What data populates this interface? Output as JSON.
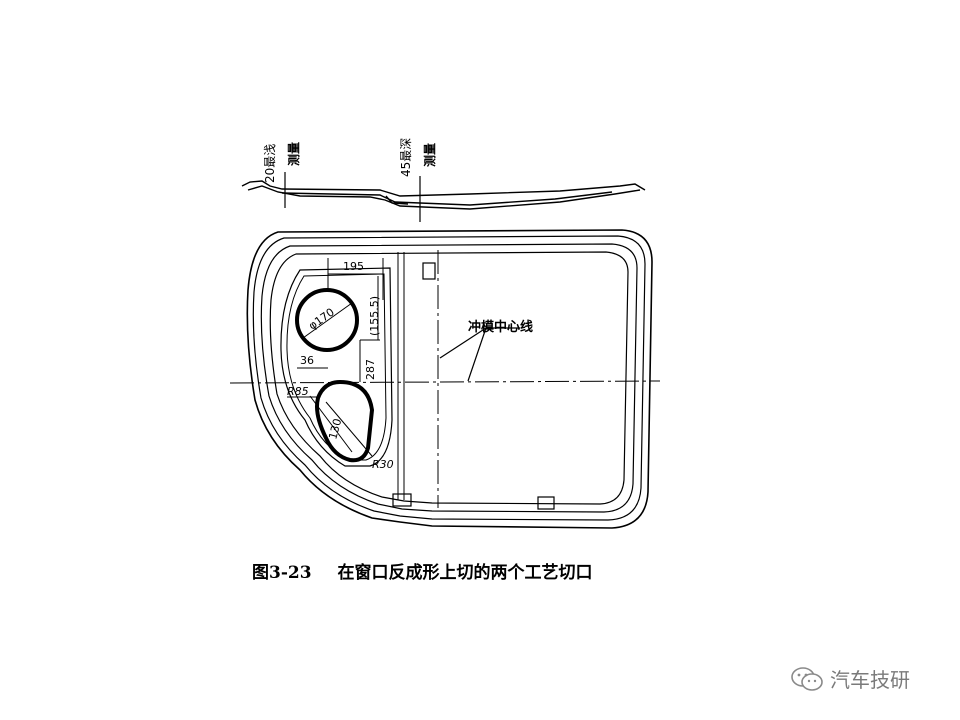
{
  "figure": {
    "caption_number": "图3-23",
    "caption_text": "在窗口反成形上切的两个工艺切口",
    "section_labels": {
      "shallowest_value": "20",
      "shallowest_text": "最浅",
      "shallowest_sub": "测量",
      "deepest_value": "45",
      "deepest_text": "最深",
      "deepest_sub": "测量"
    },
    "dimensions": {
      "width_195": "195",
      "height_155": "(155.5)",
      "diameter_170": "φ170",
      "offset_36": "36",
      "height_287": "287",
      "radius_85": "R85",
      "radius_30_inner": "130",
      "radius_30": "R30"
    },
    "punch_centerline_label": "冲模中心线"
  },
  "watermark": {
    "text": "汽车技研",
    "icon": "wechat-icon"
  },
  "colors": {
    "line": "#000000",
    "watermark": "#7a7a7a"
  }
}
